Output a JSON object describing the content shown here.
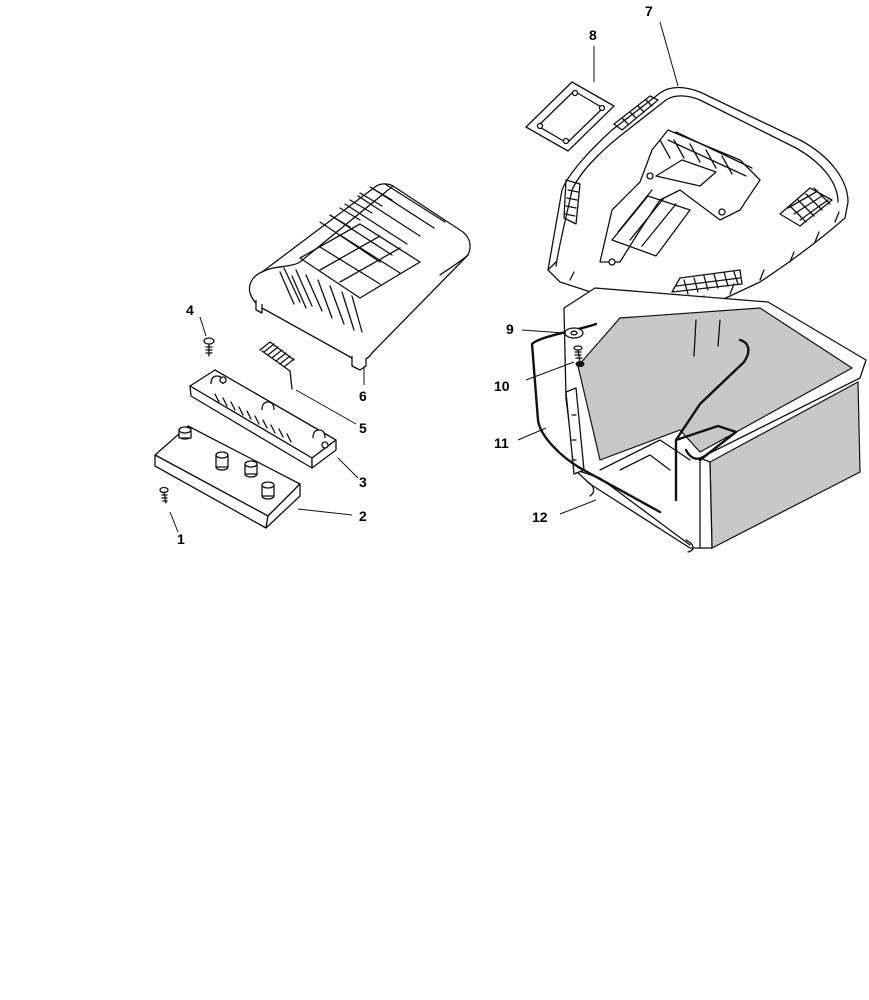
{
  "diagram": {
    "callouts": [
      {
        "id": "1",
        "label": "1"
      },
      {
        "id": "2",
        "label": "2"
      },
      {
        "id": "3",
        "label": "3"
      },
      {
        "id": "4",
        "label": "4"
      },
      {
        "id": "5",
        "label": "5"
      },
      {
        "id": "6",
        "label": "6"
      },
      {
        "id": "7",
        "label": "7"
      },
      {
        "id": "8",
        "label": "8"
      },
      {
        "id": "9",
        "label": "9"
      },
      {
        "id": "10",
        "label": "10"
      },
      {
        "id": "11",
        "label": "11"
      },
      {
        "id": "12",
        "label": "12"
      }
    ]
  },
  "colors": {
    "line": "#111111",
    "bag_fabric": "#c8c8c8",
    "background": "#ffffff"
  }
}
